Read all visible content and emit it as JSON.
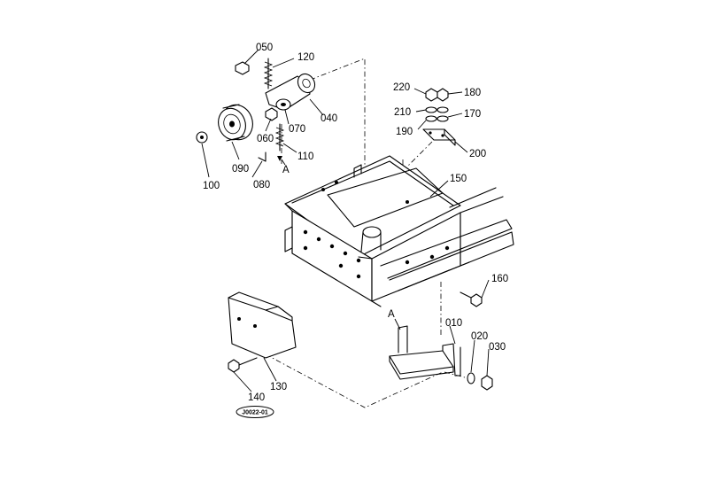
{
  "diagram": {
    "part_labels": [
      "050",
      "120",
      "040",
      "070",
      "060",
      "110",
      "090",
      "080",
      "100",
      "220",
      "180",
      "210",
      "170",
      "190",
      "200",
      "150",
      "160",
      "010",
      "020",
      "030",
      "130",
      "140"
    ],
    "reference_markers": [
      "A",
      "A"
    ],
    "drawing_code": "J0022-01"
  }
}
